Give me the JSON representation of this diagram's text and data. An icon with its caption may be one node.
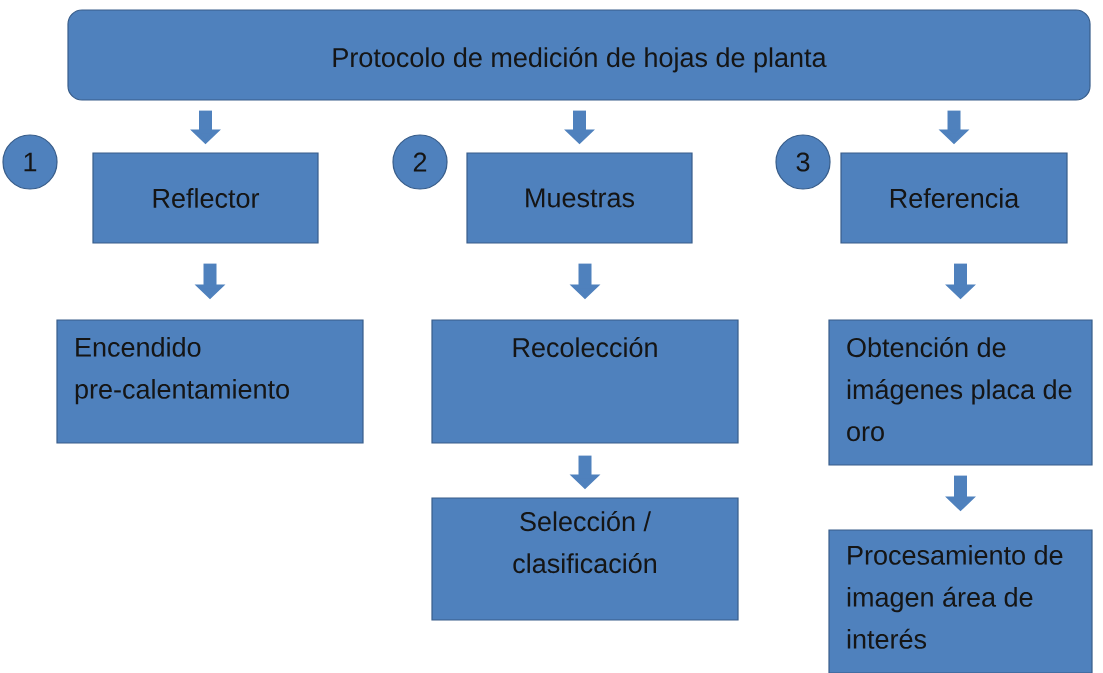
{
  "diagram": {
    "nodes": [
      {
        "text": [
          "Protocolo de medición de hojas de planta"
        ]
      },
      {
        "text": [
          "1"
        ]
      },
      {
        "text": [
          "Reflector"
        ]
      },
      {
        "text": [
          "2"
        ]
      },
      {
        "text": [
          "Muestras"
        ]
      },
      {
        "text": [
          "3"
        ]
      },
      {
        "text": [
          "Referencia"
        ]
      },
      {
        "text": [
          "Encendido pre-calentamiento"
        ]
      },
      {
        "text": [
          "Recolección"
        ]
      },
      {
        "text": [
          "Selección / clasificación"
        ]
      },
      {
        "text": [
          "Obtención de imágenes placa de oro"
        ]
      },
      {
        "text": [
          "Procesamiento de imagen área de interés"
        ]
      }
    ],
    "edges": [
      {
        "from": 0,
        "to": 2,
        "arrow": "to"
      },
      {
        "from": 0,
        "to": 4,
        "arrow": "to"
      },
      {
        "from": 0,
        "to": 6,
        "arrow": "to"
      },
      {
        "from": 2,
        "to": 7,
        "arrow": "to"
      },
      {
        "from": 4,
        "to": 8,
        "arrow": "to"
      },
      {
        "from": 6,
        "to": 10,
        "arrow": "to"
      },
      {
        "from": 8,
        "to": 9,
        "arrow": "to"
      },
      {
        "from": 10,
        "to": 11,
        "arrow": "to"
      }
    ]
  }
}
